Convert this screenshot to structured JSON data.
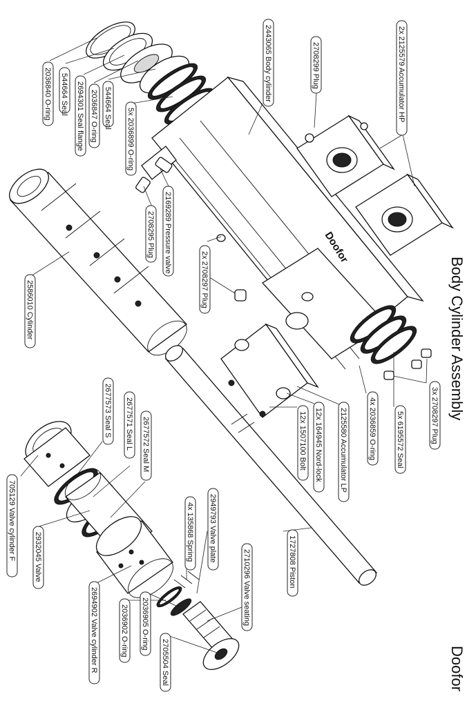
{
  "title": "Body Cylinder Assembly",
  "brand": "Doofor",
  "logo_text": "Doofor",
  "callouts": [
    {
      "key": "c01",
      "label": "2036840 O-ring"
    },
    {
      "key": "c02",
      "label": "544664 Seal"
    },
    {
      "key": "c03",
      "label": "2694301 Seal flange"
    },
    {
      "key": "c04",
      "label": "2036847 O-ring"
    },
    {
      "key": "c05",
      "label": "544664 Seal"
    },
    {
      "key": "c06",
      "label": "5x 2036899 O-ring"
    },
    {
      "key": "c07",
      "label": "2443065 Body cylinder"
    },
    {
      "key": "c08",
      "label": "2708299 Plug"
    },
    {
      "key": "c09",
      "label": "2x 2125579 Accumulator HP"
    },
    {
      "key": "c10",
      "label": "2169289 Pressure valve"
    },
    {
      "key": "c11",
      "label": "2708295 Plug"
    },
    {
      "key": "c12",
      "label": "2x 2708297 Plug"
    },
    {
      "key": "c13",
      "label": "2586010 Cylinder"
    },
    {
      "key": "c14",
      "label": "3x 2708297 Plug"
    },
    {
      "key": "c15",
      "label": "5x 6195572 Seal"
    },
    {
      "key": "c16",
      "label": "4x 2036859 O-ring"
    },
    {
      "key": "c17",
      "label": "2125580 Accumulator LP"
    },
    {
      "key": "c18",
      "label": "12x 164945 Nord-lock"
    },
    {
      "key": "c19",
      "label": "12x 1507100 Bolt"
    },
    {
      "key": "c20",
      "label": "2677573 Seal S"
    },
    {
      "key": "c21",
      "label": "2677571 Seal L"
    },
    {
      "key": "c22",
      "label": "2677572 Seal M"
    },
    {
      "key": "c23",
      "label": "705129 Valve cylinder F"
    },
    {
      "key": "c24",
      "label": "2932045 Valve"
    },
    {
      "key": "c25",
      "label": "2694902 Valve cylinder R"
    },
    {
      "key": "c26",
      "label": "2036902 O-ring"
    },
    {
      "key": "c27",
      "label": "2036905 O-ring"
    },
    {
      "key": "c28",
      "label": "4x 135868 Spring"
    },
    {
      "key": "c29",
      "label": "2949793 Valve plate"
    },
    {
      "key": "c30",
      "label": "2705504 Seal"
    },
    {
      "key": "c31",
      "label": "2710296 Valve seating"
    },
    {
      "key": "c32",
      "label": "1727808 Piston"
    }
  ]
}
